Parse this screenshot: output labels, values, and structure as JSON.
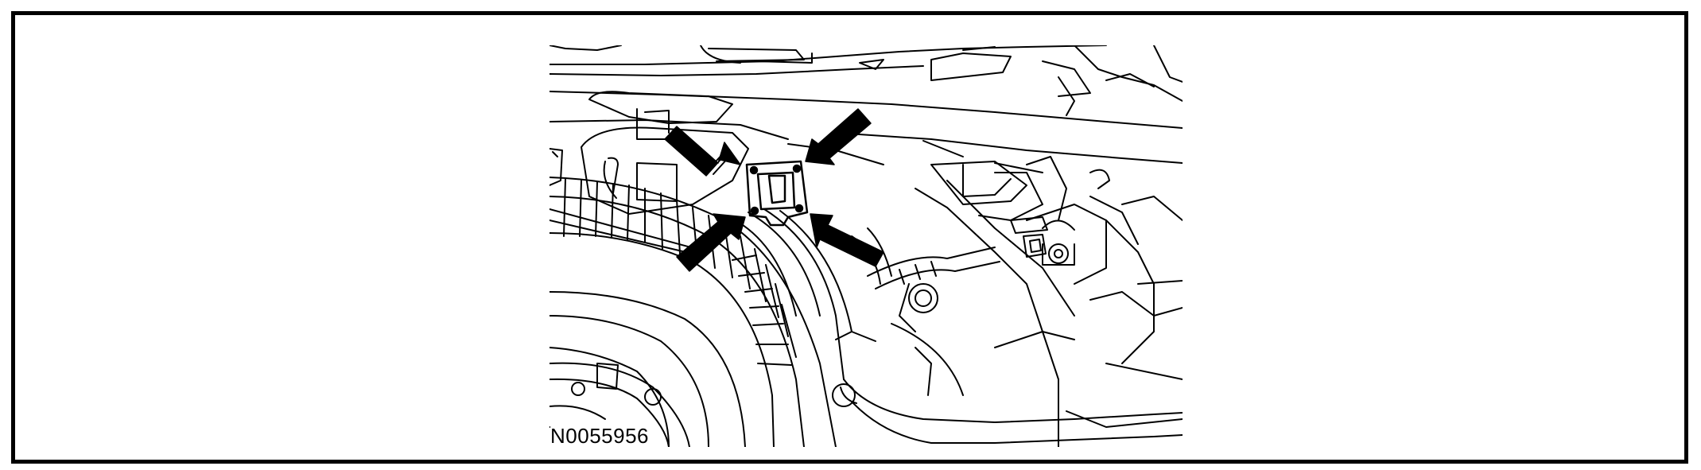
{
  "figure": {
    "code": "N0055956",
    "subject": "vehicle-underbody-connector-bracket",
    "callout_arrow_count": 4,
    "colors": {
      "line": "#000000",
      "background": "#ffffff"
    }
  }
}
